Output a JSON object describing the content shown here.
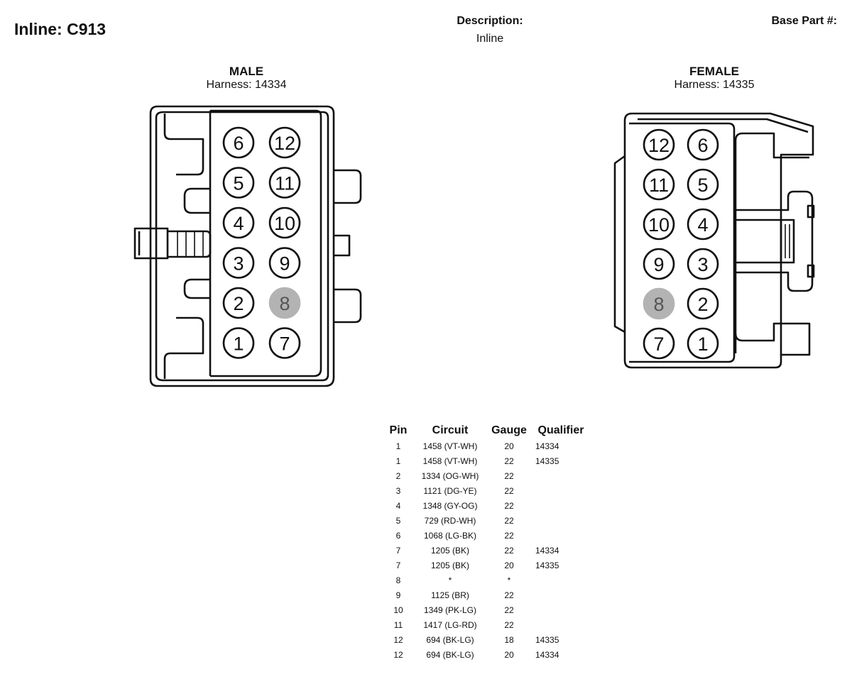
{
  "header": {
    "title": "Inline: C913",
    "description_label": "Description:",
    "description_value": "Inline",
    "base_part_label": "Base Part #:"
  },
  "male": {
    "gender": "MALE",
    "harness": "Harness: 14334",
    "pins": [
      "6",
      "12",
      "5",
      "11",
      "4",
      "10",
      "3",
      "9",
      "2",
      "8",
      "1",
      "7"
    ]
  },
  "female": {
    "gender": "FEMALE",
    "harness": "Harness: 14335",
    "pins": [
      "12",
      "6",
      "11",
      "5",
      "10",
      "4",
      "9",
      "3",
      "8",
      "2",
      "7",
      "1"
    ]
  },
  "empty_cavity": "8",
  "table": {
    "headers": [
      "Pin",
      "Circuit",
      "Gauge",
      "Qualifier"
    ],
    "rows": [
      [
        "1",
        "1458 (VT-WH)",
        "20",
        "14334"
      ],
      [
        "1",
        "1458 (VT-WH)",
        "22",
        "14335"
      ],
      [
        "2",
        "1334 (OG-WH)",
        "22",
        ""
      ],
      [
        "3",
        "1121 (DG-YE)",
        "22",
        ""
      ],
      [
        "4",
        "1348 (GY-OG)",
        "22",
        ""
      ],
      [
        "5",
        "729 (RD-WH)",
        "22",
        ""
      ],
      [
        "6",
        "1068 (LG-BK)",
        "22",
        ""
      ],
      [
        "7",
        "1205 (BK)",
        "22",
        "14334"
      ],
      [
        "7",
        "1205 (BK)",
        "20",
        "14335"
      ],
      [
        "8",
        "*",
        "*",
        ""
      ],
      [
        "9",
        "1125 (BR)",
        "22",
        ""
      ],
      [
        "10",
        "1349 (PK-LG)",
        "22",
        ""
      ],
      [
        "11",
        "1417 (LG-RD)",
        "22",
        ""
      ],
      [
        "12",
        "694 (BK-LG)",
        "18",
        "14335"
      ],
      [
        "12",
        "694 (BK-LG)",
        "20",
        "14334"
      ]
    ]
  }
}
